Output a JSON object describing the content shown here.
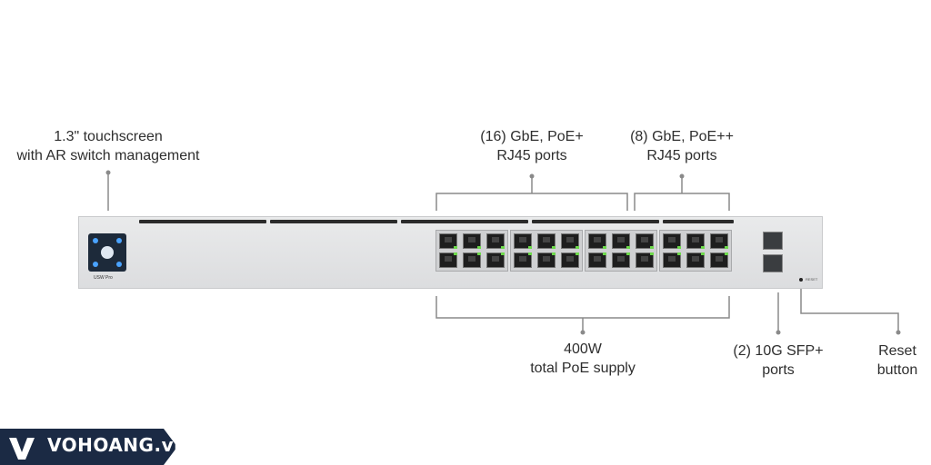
{
  "labels": {
    "touchscreen": {
      "line1": "1.3\" touchscreen",
      "line2": "with AR switch management"
    },
    "poe_plus": {
      "line1": "(16) GbE, PoE+",
      "line2": "RJ45 ports"
    },
    "poe_plus_plus": {
      "line1": "(8) GbE, PoE++",
      "line2": "RJ45 ports"
    },
    "poe_supply": {
      "line1": "400W",
      "line2": "total PoE supply"
    },
    "sfp": {
      "line1": "(2) 10G SFP+",
      "line2": "ports"
    },
    "reset": {
      "line1": "Reset",
      "line2": "button"
    }
  },
  "device": {
    "model_label": "USW Pro",
    "reset_label": "RESET"
  },
  "watermark": {
    "text": "VOHOANG.vn"
  },
  "colors": {
    "line": "#8a8a8a",
    "logo_bg": "#1b2a44",
    "led": "#6cd84a"
  }
}
